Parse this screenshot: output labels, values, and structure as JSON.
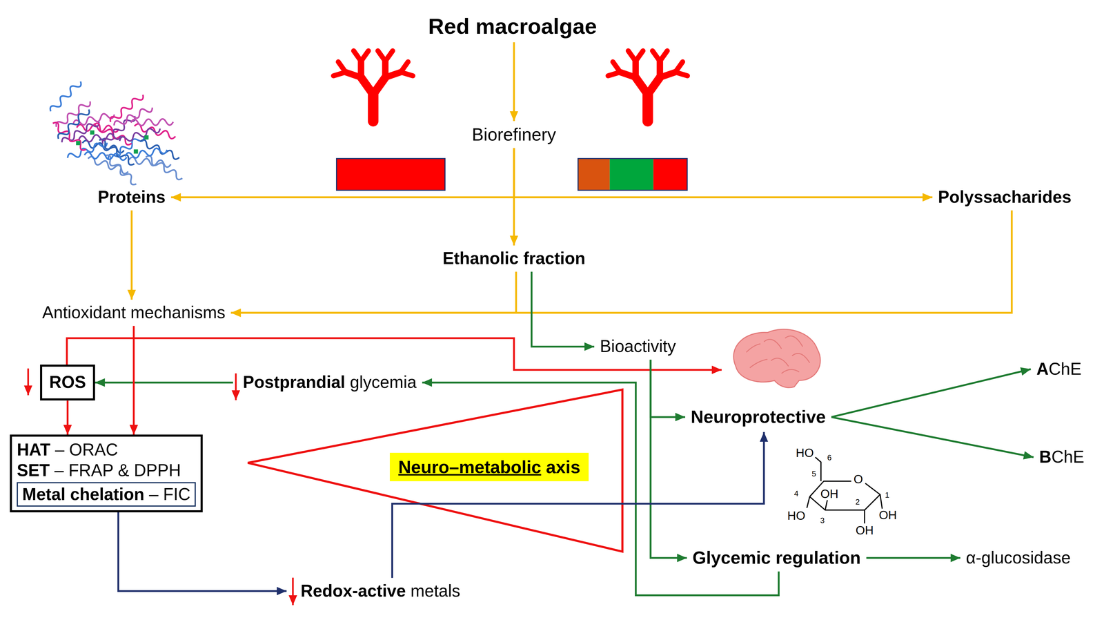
{
  "diagram": {
    "nodes": [
      {
        "text": [
          "Red macroalgae"
        ]
      },
      {
        "text": [
          "Biorefinery"
        ]
      },
      {
        "text": [
          "Proteins"
        ]
      },
      {
        "text": [
          "Polyssacharides"
        ]
      },
      {
        "text": [
          "Ethanolic fraction"
        ]
      },
      {
        "text": [
          "Antioxidant mechanisms"
        ]
      },
      {
        "text": [
          "Bioactivity"
        ]
      },
      {
        "text": [
          "ROS"
        ]
      },
      {
        "text": [
          "Postprandial glycemia"
        ]
      },
      {
        "text": [
          "HAT – ORAC",
          "SET – FRAP & DPPH"
        ]
      },
      {
        "text": [
          "Metal chelation – FIC"
        ],
        "in": 9
      },
      {
        "text": [
          "Neuro–metabolic axis"
        ]
      },
      {
        "text": [
          "Neuroprotective"
        ]
      },
      {
        "text": [
          "AChE"
        ]
      },
      {
        "text": [
          "BChE"
        ]
      },
      {
        "text": [
          "Glycemic regulation"
        ]
      },
      {
        "text": [
          "α-glucosidase"
        ]
      },
      {
        "text": [
          "Redox-active metals"
        ]
      }
    ],
    "edges": [
      {
        "from": 0,
        "to": 1,
        "arrow": "to"
      },
      {
        "from": 1,
        "to": 4,
        "arrow": "to"
      },
      {
        "from": 1,
        "to": 2,
        "arrow": "to"
      },
      {
        "from": 1,
        "to": 3,
        "arrow": "to"
      },
      {
        "from": 2,
        "to": 5,
        "arrow": "to"
      },
      {
        "from": 4,
        "to": 5,
        "arrow": "to"
      },
      {
        "from": 3,
        "to": 5,
        "arrow": "to"
      },
      {
        "from": 4,
        "to": 6,
        "arrow": "to"
      },
      {
        "from": 6,
        "to": 12,
        "arrow": "to"
      },
      {
        "from": 6,
        "to": 15,
        "arrow": "to"
      },
      {
        "from": 12,
        "to": 13,
        "arrow": "to"
      },
      {
        "from": 12,
        "to": 14,
        "arrow": "to"
      },
      {
        "from": 15,
        "to": 16,
        "arrow": "to"
      },
      {
        "from": 15,
        "to": 8,
        "arrow": "to"
      },
      {
        "from": 8,
        "to": 7,
        "arrow": "to"
      },
      {
        "from": 7,
        "to": 9,
        "arrow": "to"
      },
      {
        "from": 5,
        "to": 9,
        "arrow": "to"
      },
      {
        "from": 10,
        "to": 17,
        "arrow": "to"
      },
      {
        "from": 17,
        "to": 12,
        "arrow": "to"
      }
    ],
    "labels": [
      "HO",
      "6",
      "O",
      "5",
      "4",
      "OH",
      "1",
      "2",
      "HO",
      "OH",
      "3",
      "OH"
    ]
  }
}
